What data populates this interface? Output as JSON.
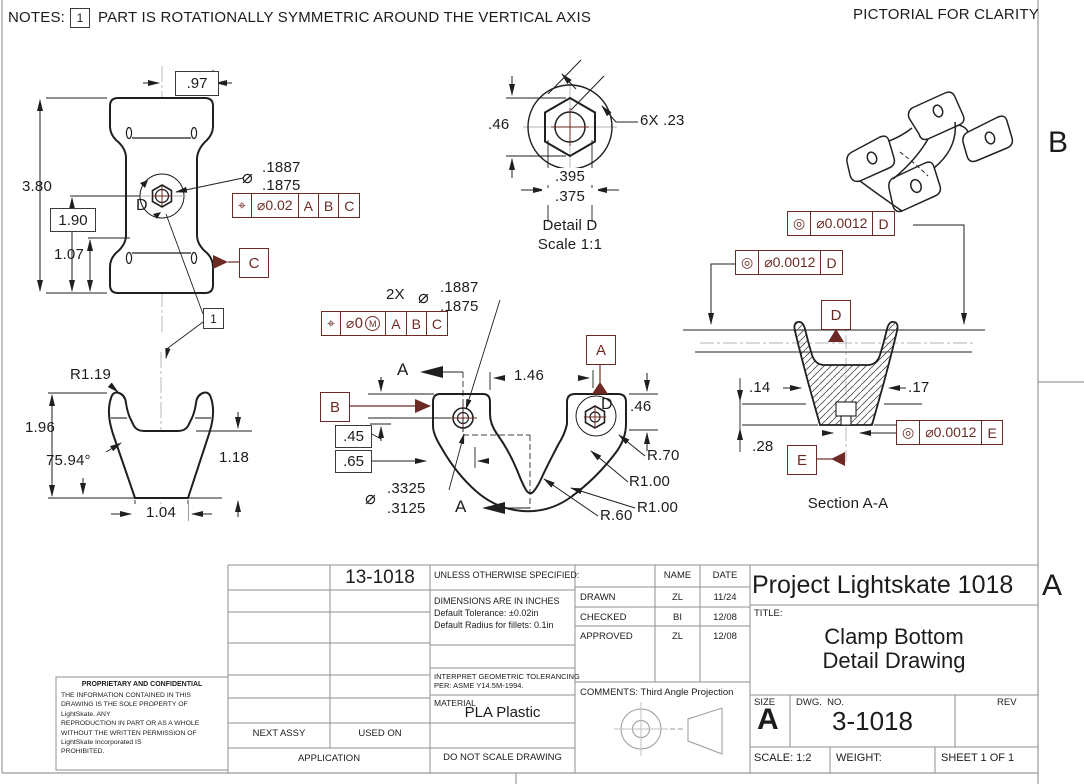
{
  "notes": {
    "label": "NOTES:",
    "flag": "1",
    "text": "PART IS ROTATIONALLY SYMMETRIC AROUND THE VERTICAL AXIS"
  },
  "pictorial": {
    "label": "PICTORIAL FOR CLARITY"
  },
  "zone_letters": {
    "upper": "B",
    "lower": "A"
  },
  "colors": {
    "gdt_accent": "#6d2a24",
    "line": "#1f1f1f",
    "frame_gray": "#9a9a9a"
  },
  "front_view": {
    "width": ".97",
    "height": "3.80",
    "mid_height": "1.90",
    "lower_height": "1.07",
    "hole_dia_sym": "⌀",
    "hole_dia_upper": ".1887",
    "hole_dia_lower": ".1875",
    "fcf": {
      "sym": "⌖",
      "tol": "⌀0.02",
      "ref1": "A",
      "ref2": "B",
      "ref3": "C"
    },
    "datum": "C",
    "note_flag": "1",
    "detail_letter": "D"
  },
  "detail_d": {
    "height": ".46",
    "count_note": "6X .23",
    "width_upper": ".395",
    "width_lower": ".375",
    "title": "Detail D",
    "scale": "Scale 1:1"
  },
  "profile_view": {
    "radius": "R1.19",
    "height": "1.96",
    "angle": "75.94°",
    "inner_height": "1.18",
    "base_width": "1.04"
  },
  "bottom_view": {
    "qty": "2X",
    "dia_sym": "⌀",
    "dia_upper": ".1887",
    "dia_lower": ".1875",
    "fcf": {
      "sym": "⌖",
      "tol": "⌀0",
      "mod": "M",
      "ref1": "A",
      "ref2": "B",
      "ref3": "C"
    },
    "datum_a": "A",
    "datum_b": "B",
    "detail_letter": "D",
    "dim_146": "1.46",
    "dim_46": ".46",
    "dim_45": ".45",
    "dim_65": ".65",
    "bore_dia_sym": "⌀",
    "bore_upper": ".3325",
    "bore_lower": ".3125",
    "r70": "R.70",
    "r100_1": "R1.00",
    "r100_2": "R1.00",
    "r60": "R.60",
    "section_letter_top": "A",
    "section_letter_bottom": "A"
  },
  "section_aa": {
    "fcf_top": {
      "sym": "◎",
      "tol": "⌀0.0012",
      "ref": "D"
    },
    "fcf_mid": {
      "sym": "◎",
      "tol": "⌀0.0012",
      "ref": "D"
    },
    "fcf_hole": {
      "sym": "◎",
      "tol": "⌀0.0012",
      "ref": "E"
    },
    "datum_d": "D",
    "datum_e": "E",
    "dim_14": ".14",
    "dim_17": ".17",
    "dim_28": ".28",
    "label": "Section A-A"
  },
  "title_block": {
    "part_number": "13-1018",
    "spec_header": "UNLESS OTHERWISE SPECIFIED:",
    "spec_lines": [
      "DIMENSIONS ARE IN INCHES",
      "Default Tolerance: ±0.02in",
      "Default Radius for fillets: 0.1in"
    ],
    "interpret_lines": [
      "INTERPRET GEOMETRIC TOLERANCING",
      "PER: ASME Y14.5M-1994."
    ],
    "material_label": "MATERIAL",
    "material_value": "PLA Plastic",
    "do_not_scale": "DO NOT SCALE DRAWING",
    "next_assy": "NEXT ASSY",
    "used_on": "USED ON",
    "application": "APPLICATION",
    "name_header": "NAME",
    "date_header": "DATE",
    "approvals": [
      {
        "role": "DRAWN",
        "name": "ZL",
        "date": "11/24"
      },
      {
        "role": "CHECKED",
        "name": "BI",
        "date": "12/08"
      },
      {
        "role": "APPROVED",
        "name": "ZL",
        "date": "12/08"
      }
    ],
    "comments": "COMMENTS: Third Angle Projection",
    "project": "Project Lightskate 1018",
    "title_label": "TITLE:",
    "title_line1": "Clamp Bottom",
    "title_line2": "Detail Drawing",
    "size_label": "SIZE",
    "size_value": "A",
    "dwg_label": "DWG.  NO.",
    "dwg_number": "3-1018",
    "rev_label": "REV",
    "scale": "SCALE: 1:2",
    "weight_label": "WEIGHT:",
    "sheet": "SHEET 1 OF 1"
  },
  "proprietary": {
    "heading": "PROPRIETARY AND CONFIDENTIAL",
    "lines": [
      "THE INFORMATION CONTAINED IN THIS",
      "DRAWING IS THE SOLE PROPERTY OF",
      "LightSkate.  ANY",
      "REPRODUCTION IN PART OR AS A WHOLE",
      "WITHOUT THE WRITTEN PERMISSION OF",
      "LightSkate Incorporated IS",
      "PROHIBITED."
    ]
  }
}
